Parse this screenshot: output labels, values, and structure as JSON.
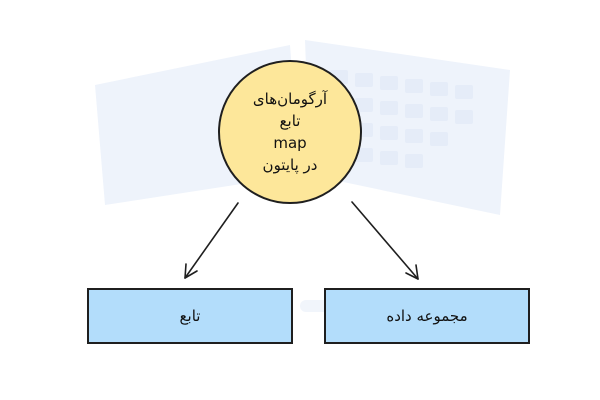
{
  "diagram": {
    "center_node": {
      "lines": [
        "آرگومان‌های",
        "تابع",
        "map",
        "در پایتون"
      ]
    },
    "left_node": {
      "label": "تابع"
    },
    "right_node": {
      "label": "مجموعه داده"
    },
    "colors": {
      "circle_fill": "#fde79a",
      "box_fill": "#b3ddfb",
      "stroke": "#1f1f1f",
      "watermark": "#eef3fb"
    },
    "watermark_icon": "book-logo-watermark"
  }
}
